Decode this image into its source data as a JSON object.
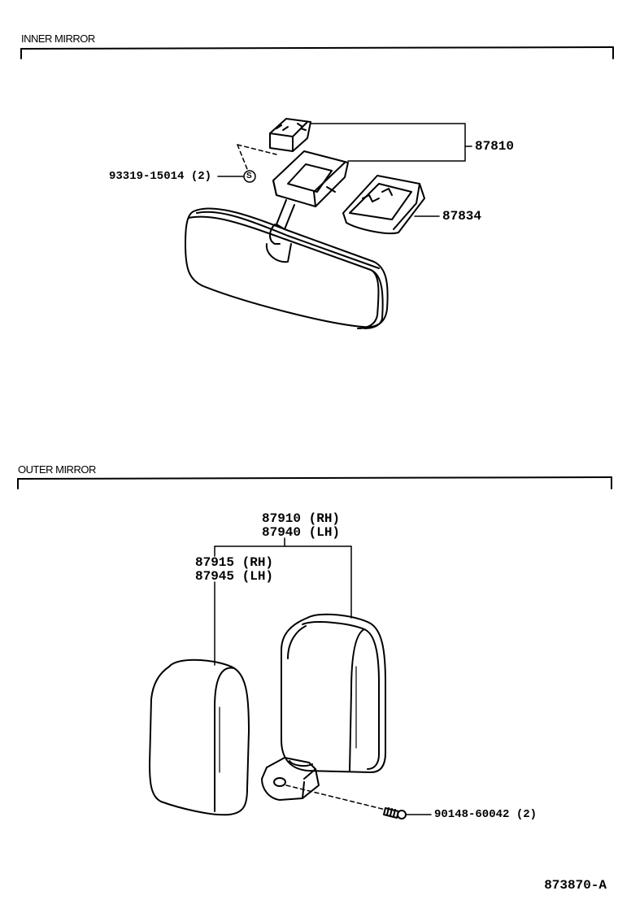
{
  "sections": {
    "inner": {
      "title": "INNER MIRROR"
    },
    "outer": {
      "title": "OUTER MIRROR"
    }
  },
  "parts": {
    "inner_bracket": "87810",
    "inner_screw": "93319-15014 (2)",
    "inner_screw_symbol": "S",
    "inner_cover": "87834",
    "outer_assy_rh": "87910 (RH)",
    "outer_assy_lh": "87940 (LH)",
    "outer_mirror_rh": "87915 (RH)",
    "outer_mirror_lh": "87945 (LH)",
    "outer_screw": "90148-60042 (2)"
  },
  "diagram_ref": "873870-A"
}
